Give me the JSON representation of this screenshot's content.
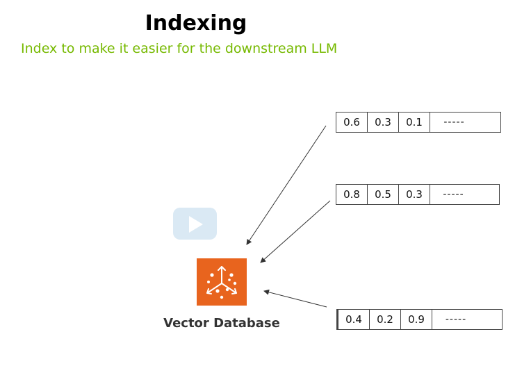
{
  "title": "Indexing",
  "subtitle": "Index to make it easier for the downstream LLM",
  "colors": {
    "subtitle": "#76b900",
    "database_icon": "#e8641e",
    "arrow": "#333333"
  },
  "database": {
    "label": "Vector Database",
    "icon": "vector-database-icon"
  },
  "vectors": [
    {
      "values": [
        "0.6",
        "0.3",
        "0.1"
      ],
      "ellipsis": "-----"
    },
    {
      "values": [
        "0.8",
        "0.5",
        "0.3"
      ],
      "ellipsis": "-----"
    },
    {
      "values": [
        "0.4",
        "0.2",
        "0.9"
      ],
      "ellipsis": "-----"
    }
  ],
  "video": {
    "icon": "play-icon"
  }
}
